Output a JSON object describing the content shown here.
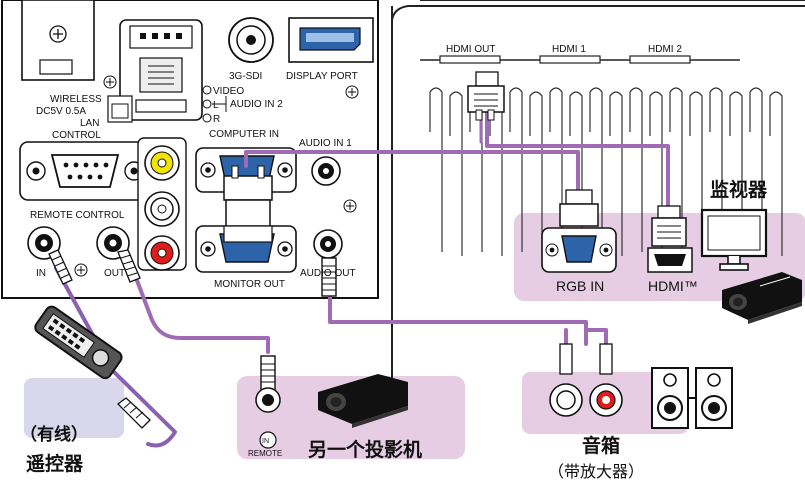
{
  "panel": {
    "wireless_label": "WIRELESS",
    "wireless_power": "DC5V  0.5A",
    "lan_label": "LAN",
    "control_label": "CONTROL",
    "remote_control_label": "REMOTE CONTROL",
    "remote_in_label": "IN",
    "remote_out_label": "OUT",
    "sdi_label": "3G-SDI",
    "displayport_label": "DISPLAY PORT",
    "video_label": "VIDEO",
    "l_label": "L",
    "r_label": "R",
    "audio_in2_label": "AUDIO IN 2",
    "computer_in_label": "COMPUTER IN",
    "audio_in1_label": "AUDIO IN 1",
    "monitor_out_label": "MONITOR OUT",
    "audio_out_label": "AUDIO OUT"
  },
  "rear": {
    "hdmi_out_label": "HDMI OUT",
    "hdmi1_label": "HDMI 1",
    "hdmi2_label": "HDMI 2"
  },
  "monitor": {
    "title": "监视器",
    "rgb_in_label": "RGB IN",
    "hdmi_label": "HDMI™"
  },
  "projector2": {
    "title": "另一个投影机",
    "in_label": "IN",
    "remote_label": "REMOTE"
  },
  "speaker": {
    "title": "音箱",
    "subtitle": "（带放大器）"
  },
  "remote": {
    "line1": "（有线）",
    "line2": "遥控器"
  },
  "colors": {
    "cable_purple": "#a06ab4",
    "cable_violet": "#8a60b0",
    "box_pink": "#e6cde4",
    "box_lavender": "#d9d7ec",
    "rca_yellow": "#f2e300",
    "rca_red": "#e01b1b",
    "vga_blue": "#2d63a8"
  }
}
